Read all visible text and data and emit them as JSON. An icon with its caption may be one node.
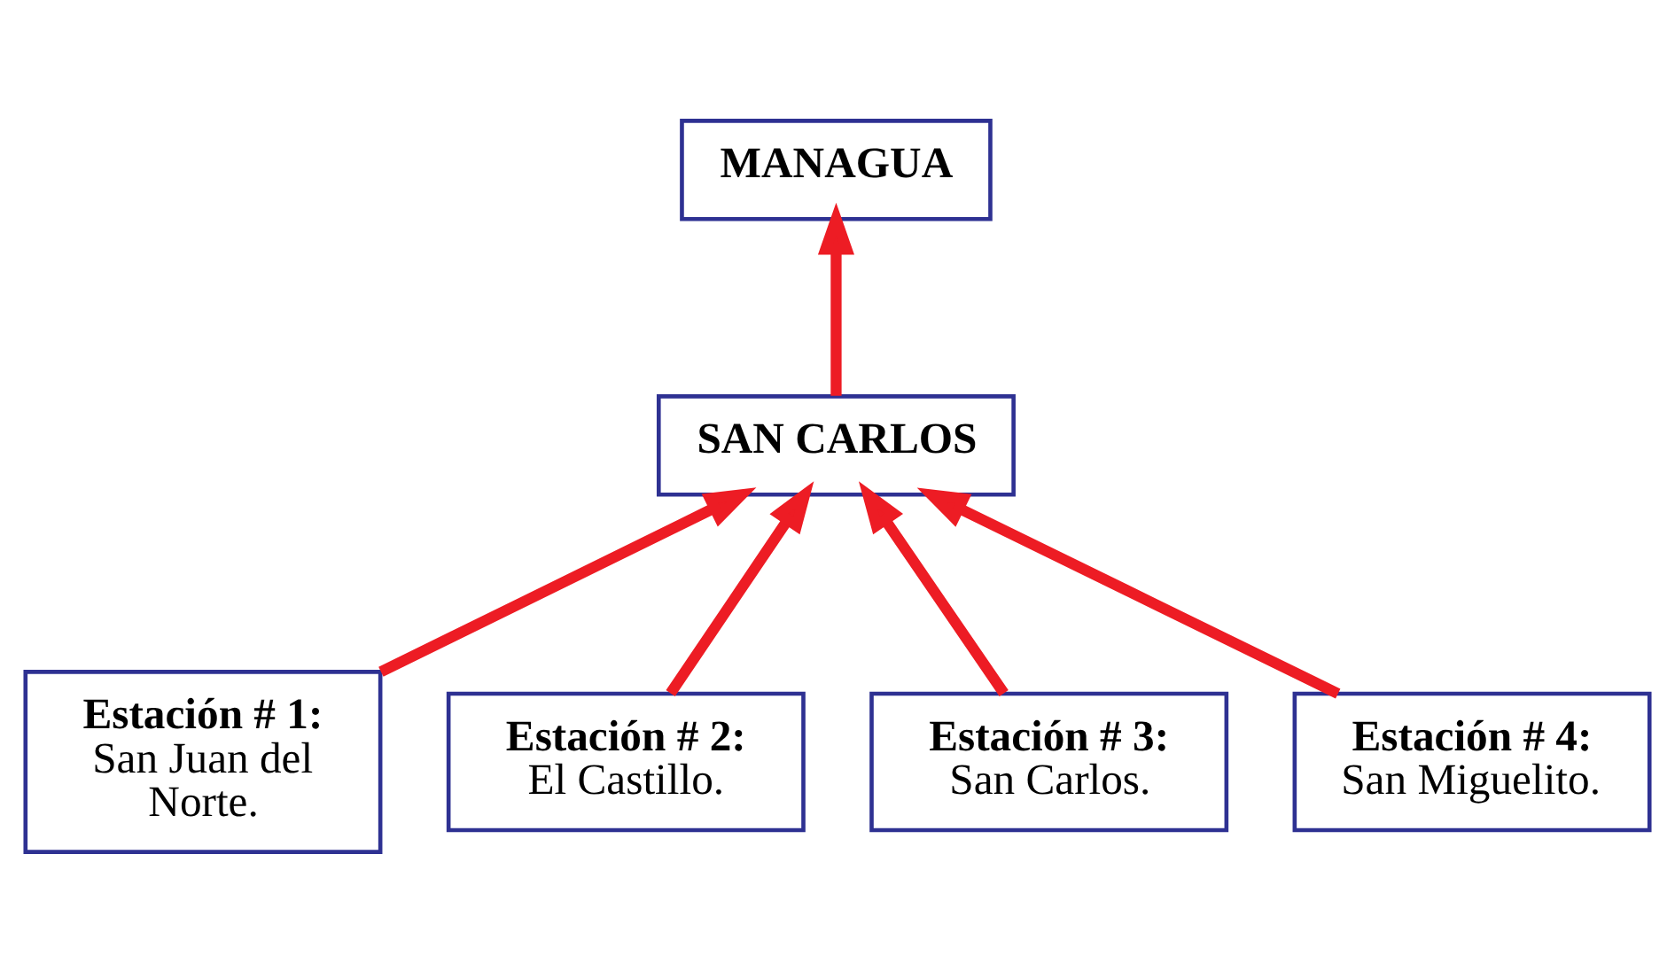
{
  "diagram": {
    "nodes": [
      {
        "text": [
          "MANAGUA"
        ]
      },
      {
        "text": [
          "SAN CARLOS"
        ]
      },
      {
        "text": [
          "Estación # 1:",
          "San Juan del Norte."
        ]
      },
      {
        "text": [
          "Estación # 2:",
          "El Castillo."
        ]
      },
      {
        "text": [
          "Estación # 3:",
          "San Carlos."
        ]
      },
      {
        "text": [
          "Estación # 4:",
          "San Miguelito."
        ]
      }
    ],
    "edges": [
      {
        "from": 1,
        "to": 0,
        "arrow": "to"
      },
      {
        "from": 2,
        "to": 1,
        "arrow": "to"
      },
      {
        "from": 3,
        "to": 1,
        "arrow": "to"
      },
      {
        "from": 4,
        "to": 1,
        "arrow": "to"
      },
      {
        "from": 5,
        "to": 1,
        "arrow": "to"
      }
    ]
  }
}
